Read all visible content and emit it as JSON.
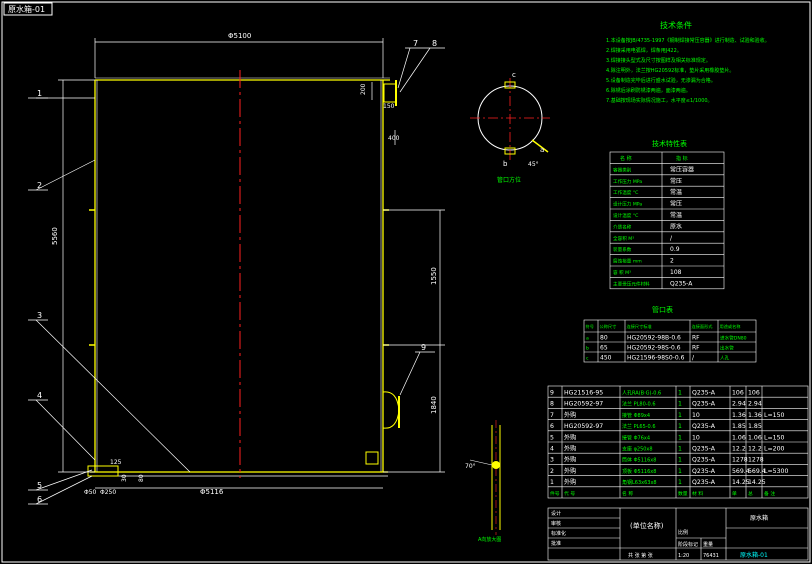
{
  "drawing": {
    "title_tag": "原水箱-01",
    "drawing_no": "原水箱-01"
  },
  "dimensions": {
    "top_width": "Φ5100",
    "bottom_width": "Φ5116",
    "height": "5560",
    "mid_height": "1550",
    "lower_height": "1840",
    "base_left": "Φ50",
    "base_right": "Φ250",
    "d125": "125",
    "d80": "80",
    "d30": "30",
    "d150": "150",
    "d200": "200",
    "d400": "400",
    "angle": "45°",
    "angle70": "70°"
  },
  "callouts": [
    "1",
    "2",
    "3",
    "4",
    "5",
    "6",
    "7",
    "8",
    "9"
  ],
  "nozzle_view": {
    "labels": [
      "c",
      "a",
      "b"
    ],
    "caption": "管口方位"
  },
  "detail_caption": "A向放大图",
  "tech": {
    "heading": "技术条件",
    "lines": [
      "1.本设备按JB/4735-1997《钢制焊接常压容器》进行制造、试验和验收。",
      "2.焊接采用电弧焊，焊条用J422。",
      "3.焊接接头型式及尺寸按图样及相关标准规定。",
      "4.除注明外，法兰按HG20592标准，垫片采用橡胶垫片。",
      "5.设备制造完毕后进行盛水试验，无渗漏为合格。",
      "6.除锈后涂刷防锈漆两遍，面漆两遍。",
      "7.基础按现场实际情况施工，水平度≤1/1000。"
    ]
  },
  "char": {
    "heading": "技术特性表",
    "header": [
      "名 称",
      "指 标"
    ],
    "rows": [
      [
        "容器类别",
        "常压容器"
      ],
      [
        "工作压力  MPa",
        "常压"
      ],
      [
        "工作温度  °C",
        "常温"
      ],
      [
        "设计压力  MPa",
        "常压"
      ],
      [
        "设计温度  °C",
        "常温"
      ],
      [
        "介质名称",
        "原水"
      ],
      [
        "全容积  M³",
        "/"
      ],
      [
        "装量系数",
        "0.9"
      ],
      [
        "腐蚀裕量  mm",
        "2"
      ],
      [
        "容    积  M³",
        "108"
      ],
      [
        "主要受压元件材料",
        "Q235-A"
      ]
    ]
  },
  "nozzle": {
    "heading": "管口表",
    "header": [
      "符号",
      "公称尺寸",
      "连接尺寸标准",
      "连接面形式",
      "用途或名称"
    ],
    "rows": [
      [
        "a",
        "80",
        "HG20592-98B-0.6",
        "RF",
        "进水管DN80"
      ],
      [
        "b",
        "65",
        "HG20592-98S-0.6",
        "RF",
        "出水管"
      ],
      [
        "c",
        "450",
        "HG21596-98S0-0.6",
        "/",
        "人孔"
      ]
    ]
  },
  "bom": {
    "header": [
      "件号",
      "代 号",
      "名 称",
      "数量",
      "材 料",
      "单",
      "总",
      "备 注"
    ],
    "rows": [
      [
        "9",
        "HG21516-95",
        "人孔RA(B·G)-0.6",
        "1",
        "Q235-A",
        "106",
        "106",
        ""
      ],
      [
        "8",
        "HG20592-97",
        "法兰 PL80-0.6",
        "1",
        "Q235-A",
        "2.94",
        "2.94",
        ""
      ],
      [
        "7",
        "外购",
        "接管 Φ89x4",
        "1",
        "10",
        "1.36",
        "1.36",
        "L=150"
      ],
      [
        "6",
        "HG20592-97",
        "法兰 PL65-0.6",
        "1",
        "Q235-A",
        "1.85",
        "1.85",
        ""
      ],
      [
        "5",
        "外购",
        "接管 Φ76x4",
        "1",
        "10",
        "1.06",
        "1.06",
        "L=150"
      ],
      [
        "4",
        "外购",
        "支座 φ250x8",
        "1",
        "Q235-A",
        "12.2",
        "12.2",
        "L=200"
      ],
      [
        "3",
        "外购",
        "筒体 Φ5116x8",
        "1",
        "Q235-A",
        "1278",
        "1278",
        ""
      ],
      [
        "2",
        "外购",
        "顶板 Φ5116x8",
        "1",
        "Q235-A",
        "569.4",
        "569.4",
        "L=5300"
      ],
      [
        "1",
        "外购",
        "角钢L63x63x8",
        "1",
        "Q235-A",
        "14.25",
        "14.25",
        ""
      ]
    ]
  },
  "titleblock": {
    "unit_name": "(单位名称)",
    "drawing_name": "原水箱",
    "drawing_no": "原水箱-01",
    "design_label": "设计",
    "check_label": "审核",
    "standard_label": "标准化",
    "approve_label": "批准",
    "stage_label": "阶段标记",
    "weight_label": "重量",
    "scale_label": "比例",
    "weight_value": "76431",
    "scale_value": "1:20",
    "sheet_label": "共 张 第 张"
  },
  "colors": {
    "line": "#ffff00",
    "cyan": "#00ffff",
    "white": "#ffffff",
    "red": "#ff2020",
    "green": "#00ff00"
  }
}
